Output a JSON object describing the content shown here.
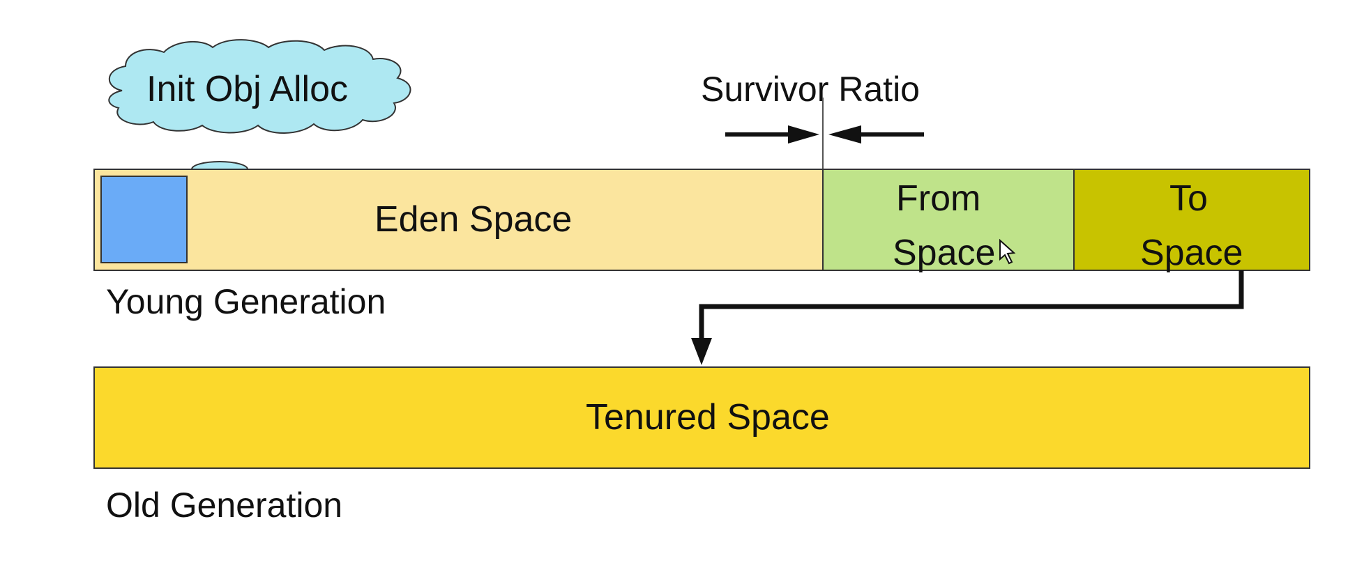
{
  "cloud_label": "Init Obj Alloc",
  "survivor_ratio_label": "Survivor Ratio",
  "young_generation": {
    "label": "Young Generation",
    "eden": {
      "label": "Eden Space"
    },
    "from": {
      "line1": "From",
      "line2": "Space"
    },
    "to": {
      "line1": "To",
      "line2": "Space"
    }
  },
  "old_generation": {
    "label": "Old Generation",
    "tenured": {
      "label": "Tenured Space"
    }
  },
  "colors": {
    "eden": "#fbe59e",
    "from": "#bfe38a",
    "to": "#c8c300",
    "tenured": "#fbd92c",
    "cloud": "#aee8f2",
    "new_object": "#6aabf7",
    "outline": "#333333",
    "arrow": "#111111"
  }
}
